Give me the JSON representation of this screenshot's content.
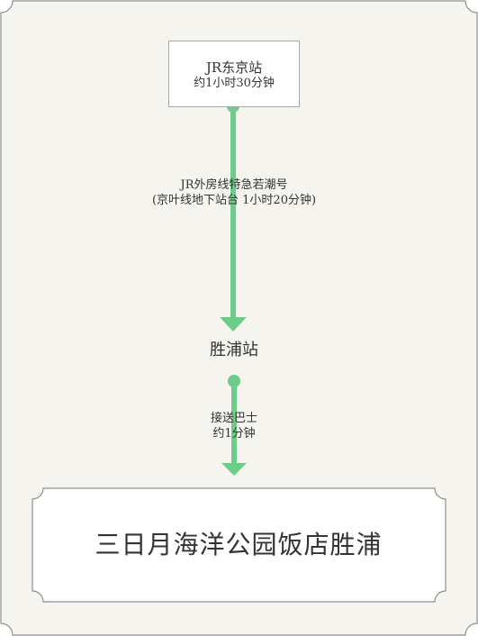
{
  "colors": {
    "route": "#6ecc8a",
    "panel": "#f5f4ef",
    "border": "#8f8f8f"
  },
  "start": {
    "name": "JR东京站",
    "duration": "约1小时30分钟"
  },
  "leg1": {
    "line": "JR外房线特急若潮号",
    "note": "(京叶线地下站台 1小时20分钟)"
  },
  "transfer_station": "胜浦站",
  "leg2": {
    "mode": "接送巴士",
    "duration": "约1分钟"
  },
  "destination": "三日月海洋公园饭店胜浦"
}
